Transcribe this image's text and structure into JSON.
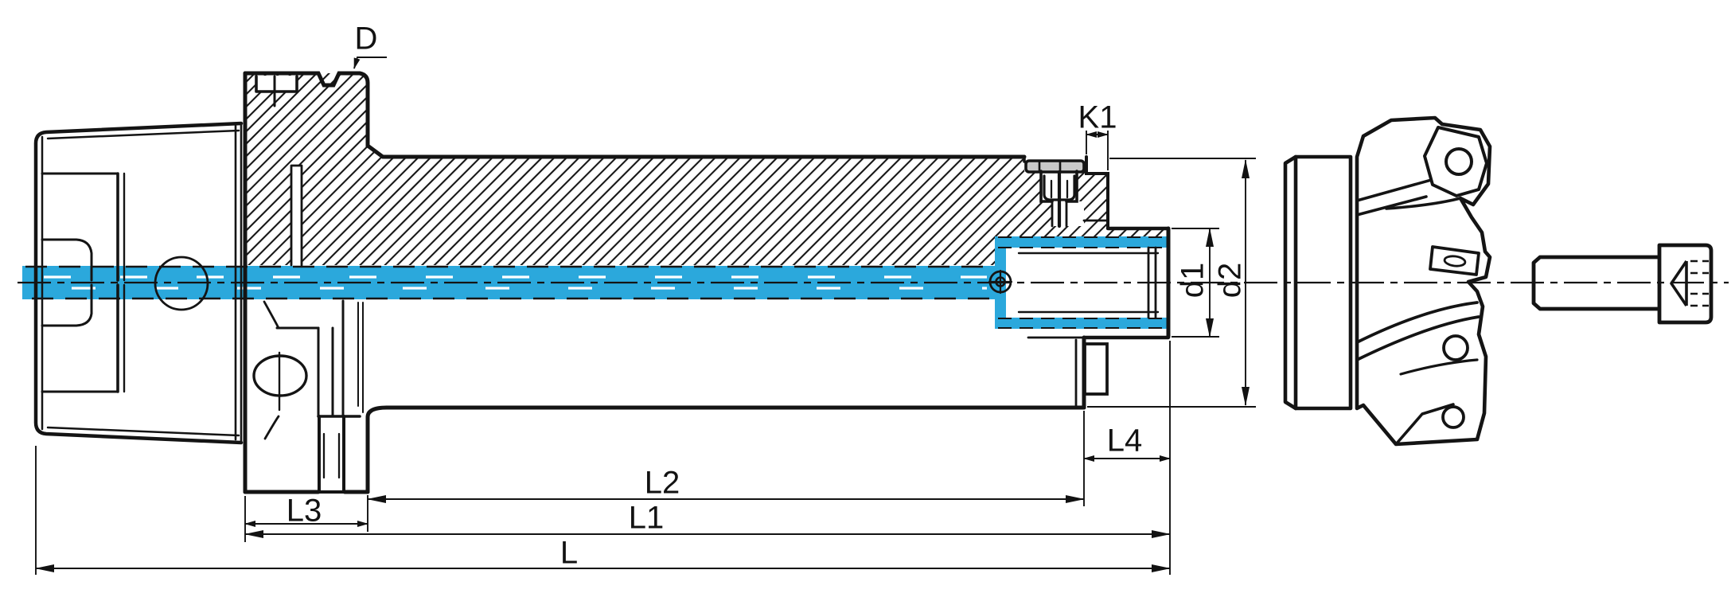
{
  "drawing": {
    "kind": "tool-holder-cross-section",
    "labels": {
      "D": "D",
      "K1": "K1",
      "d1": "d1",
      "d2": "d2",
      "L": "L",
      "L1": "L1",
      "L2": "L2",
      "L3": "L3",
      "L4": "L4"
    },
    "colors": {
      "coolant_blue": "#2BA8DC",
      "screw_gray": "#C9C9C9",
      "line_black": "#141414",
      "background": "#FFFFFF"
    }
  }
}
